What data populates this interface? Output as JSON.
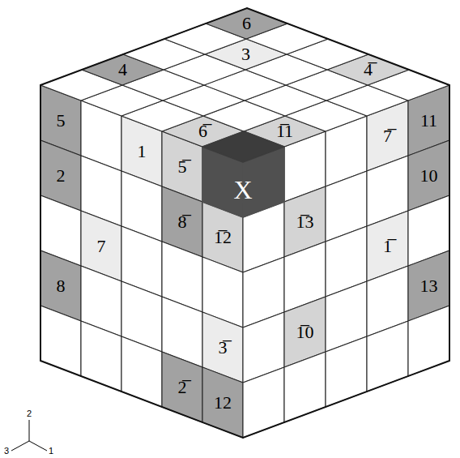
{
  "diagram": {
    "labels": [
      "6",
      "4",
      "3",
      "4̅",
      "5",
      "1",
      "6̅",
      "1̅1",
      "7̅",
      "11",
      "2",
      "5̅",
      "X",
      "10",
      "8̅",
      "1̅3",
      "7",
      "1̅2",
      "1̅",
      "8",
      "13",
      "3̅",
      "2̅",
      "1̅0",
      "12",
      "2",
      "3",
      "1"
    ]
  }
}
